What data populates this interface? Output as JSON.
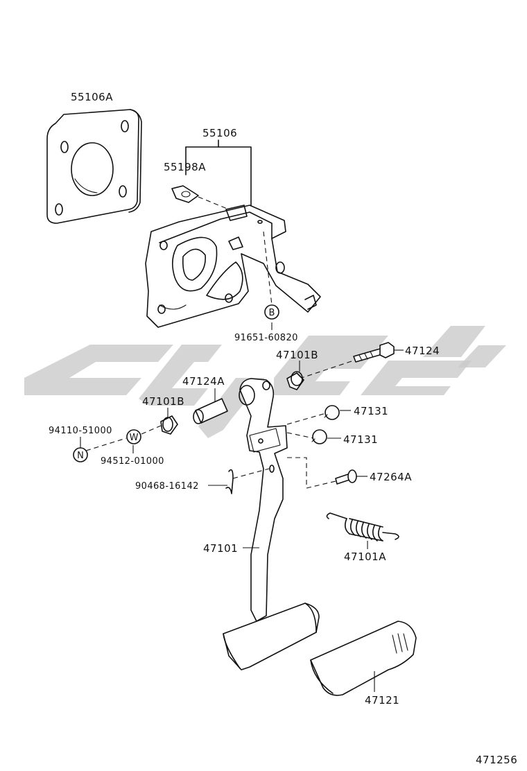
{
  "diagram_id": "471256",
  "parts": {
    "plate_55106A": "55106A",
    "bracket_55106": "55106",
    "nut_55198A": "55198A",
    "bolt_ref_91651": "91651-60820",
    "bushing_47101B_upper": "47101B",
    "bolt_47124": "47124",
    "collar_47124A": "47124A",
    "bushing_47101B_left": "47101B",
    "stopper_47131_upper": "47131",
    "stopper_47131_lower": "47131",
    "bolt_47264A": "47264A",
    "pin_90468": "90468-16142",
    "nut_94110": "94110-51000",
    "washer_94512": "94512-01000",
    "pedal_47101": "47101",
    "spring_47101A": "47101A",
    "pad_47121": "47121"
  },
  "markers": {
    "b": "B",
    "n": "N",
    "w": "W"
  },
  "watermark": {
    "color": "#c9c9c9"
  }
}
